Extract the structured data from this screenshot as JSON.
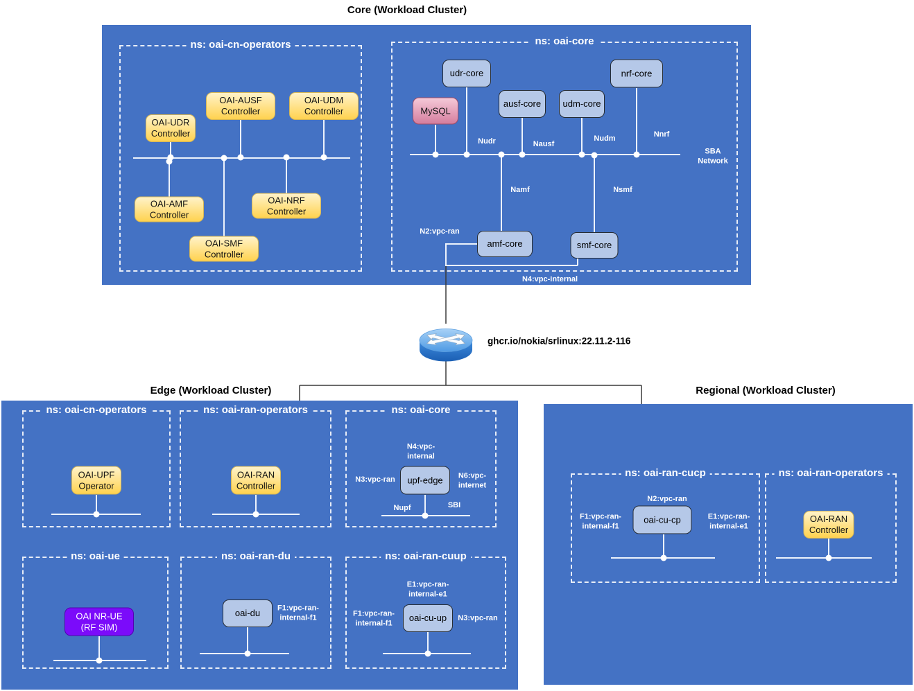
{
  "core_cluster": {
    "title": "Core (Workload Cluster)",
    "ns_cn_operators": {
      "label": "ns: oai-cn-operators",
      "nodes": {
        "udr": "OAI-UDR\nController",
        "ausf": "OAI-AUSF\nController",
        "udm": "OAI-UDM\nController",
        "amf": "OAI-AMF\nController",
        "smf": "OAI-SMF\nController",
        "nrf": "OAI-NRF\nController"
      }
    },
    "ns_core": {
      "label": "ns: oai-core",
      "nodes": {
        "mysql": "MySQL",
        "udr_core": "udr-core",
        "ausf_core": "ausf-core",
        "udm_core": "udm-core",
        "nrf_core": "nrf-core",
        "amf_core": "amf-core",
        "smf_core": "smf-core"
      },
      "labels": {
        "nudr": "Nudr",
        "nausf": "Nausf",
        "nudm": "Nudm",
        "nnrf": "Nnrf",
        "sba": "SBA\nNetwork",
        "namf": "Namf",
        "nsmf": "Nsmf",
        "n2": "N2:vpc-ran",
        "n4": "N4:vpc-internal"
      }
    }
  },
  "router": {
    "image": "ghcr.io/nokia/srlinux:22.11.2-116"
  },
  "edge_cluster": {
    "title": "Edge (Workload Cluster)",
    "ns_cn_operators": {
      "label": "ns: oai-cn-operators",
      "nodes": {
        "upf_operator": "OAI-UPF\nOperator"
      }
    },
    "ns_ran_operators": {
      "label": "ns: oai-ran-operators",
      "nodes": {
        "ran_controller": "OAI-RAN\nController"
      }
    },
    "ns_core": {
      "label": "ns: oai-core",
      "nodes": {
        "upf_edge": "upf-edge"
      },
      "labels": {
        "n4": "N4:vpc-\ninternal",
        "n3": "N3:vpc-ran",
        "n6": "N6:vpc-\ninternet",
        "nupf": "Nupf",
        "sbi": "SBI"
      }
    },
    "ns_ue": {
      "label": "ns: oai-ue",
      "nodes": {
        "nr_ue": "OAI NR-UE\n(RF SIM)"
      }
    },
    "ns_ran_du": {
      "label": "ns: oai-ran-du",
      "nodes": {
        "oai_du": "oai-du"
      },
      "labels": {
        "f1": "F1:vpc-ran-\ninternal-f1"
      }
    },
    "ns_ran_cuup": {
      "label": "ns: oai-ran-cuup",
      "nodes": {
        "oai_cu_up": "oai-cu-up"
      },
      "labels": {
        "e1": "E1:vpc-ran-\ninternal-e1",
        "f1": "F1:vpc-ran-\ninternal-f1",
        "n3": "N3:vpc-ran"
      }
    }
  },
  "regional_cluster": {
    "title": "Regional (Workload Cluster)",
    "ns_ran_cucp": {
      "label": "ns: oai-ran-cucp",
      "nodes": {
        "oai_cu_cp": "oai-cu-cp"
      },
      "labels": {
        "n2": "N2:vpc-ran",
        "f1": "F1:vpc-ran-\ninternal-f1",
        "e1": "E1:vpc-ran-\ninternal-e1"
      }
    },
    "ns_ran_operators": {
      "label": "ns: oai-ran-operators",
      "nodes": {
        "ran_controller": "OAI-RAN\nController"
      }
    }
  },
  "colors": {
    "cluster_blue": "#4472C4",
    "node_blue": "#B5C8E8",
    "node_yellow": "#FFD966",
    "node_pink": "#D57E9E",
    "node_purple": "#7B0BFA",
    "wire_white": "#F7FAFF",
    "wire_dark": "#3A3A3A"
  }
}
